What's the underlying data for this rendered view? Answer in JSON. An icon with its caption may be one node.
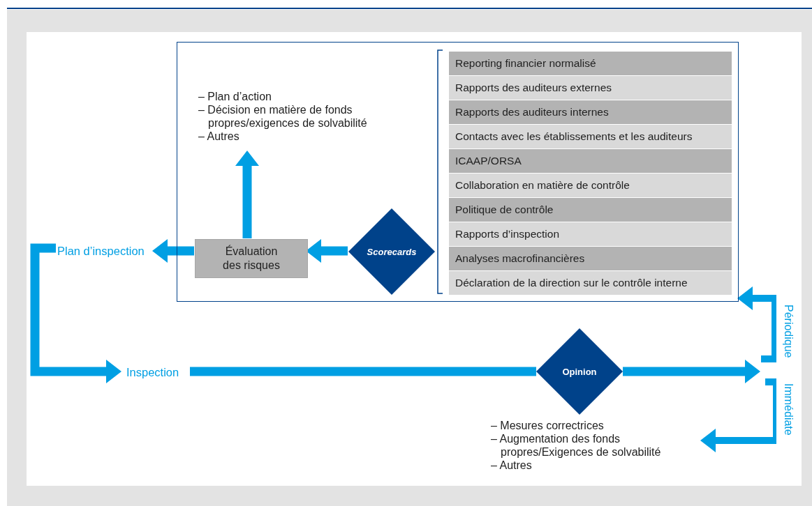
{
  "diagram": {
    "nodes": [
      {
        "text": [],
        "shape": "box"
      },
      {
        "text": [
          "– Plan d’action",
          "– Décision en matière de fonds propres/exigences de solvabilité",
          "– Autres"
        ],
        "in": 0
      },
      {
        "text": [
          "Évaluation des risques"
        ],
        "in": 0
      },
      {
        "text": [
          "Scorecards"
        ],
        "in": 0
      },
      {
        "text": [
          "Reporting financier normalisé"
        ],
        "in": 0
      },
      {
        "text": [
          "Rapports des auditeurs externes"
        ],
        "in": 0
      },
      {
        "text": [
          "Rapports des auditeurs internes"
        ],
        "in": 0
      },
      {
        "text": [
          "Contacts avec les établissements et les auditeurs"
        ],
        "in": 0
      },
      {
        "text": [
          "ICAAP/ORSA"
        ],
        "in": 0
      },
      {
        "text": [
          "Collaboration en matière de contrôle"
        ],
        "in": 0
      },
      {
        "text": [
          "Politique de contrôle"
        ],
        "in": 0
      },
      {
        "text": [
          "Rapports d’inspection"
        ],
        "in": 0
      },
      {
        "text": [
          "Analyses macrofinancières"
        ],
        "in": 0
      },
      {
        "text": [
          "Déclaration de la direction sur le contrôle interne"
        ],
        "in": 0
      },
      {
        "text": [
          "Plan d’inspection"
        ]
      },
      {
        "text": [
          "Inspection"
        ]
      },
      {
        "text": [
          "Opinion"
        ]
      },
      {
        "text": [
          "– Mesures correctrices",
          "– Augmentation des fonds propres/Exigences de solvabilité",
          "– Autres"
        ]
      },
      {
        "text": [
          "Périodique"
        ]
      },
      {
        "text": [
          "Immédiate"
        ]
      }
    ],
    "edges": [
      {
        "from": 3,
        "to": 2,
        "arrow": "to"
      },
      {
        "from": 2,
        "to": 1,
        "arrow": "to"
      },
      {
        "from": 2,
        "to": 14,
        "arrow": "to"
      },
      {
        "from": 14,
        "to": 15,
        "arrow": "to"
      },
      {
        "from": 15,
        "to": 16,
        "arrow": "none"
      },
      {
        "from": 16,
        "to": 18,
        "arrow": "to"
      },
      {
        "from": 16,
        "to": 19,
        "arrow": "to"
      },
      {
        "from": 18,
        "to": 0,
        "arrow": "to"
      },
      {
        "from": 19,
        "to": 17,
        "arrow": "to"
      }
    ]
  }
}
